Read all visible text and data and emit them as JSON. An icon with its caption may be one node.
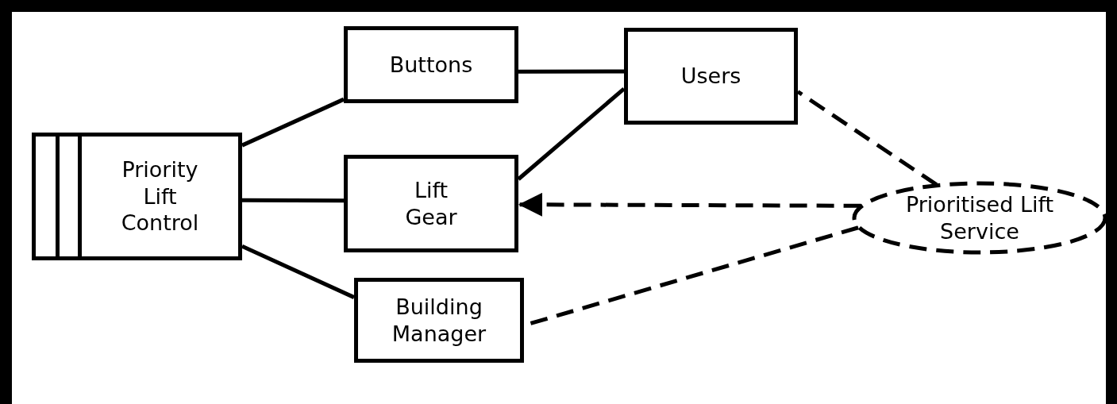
{
  "diagram": {
    "nodes": [
      {
        "text": [
          "Priority Lift Control"
        ]
      },
      {
        "text": [
          "Buttons"
        ]
      },
      {
        "text": [
          "Users"
        ]
      },
      {
        "text": [
          "Lift Gear"
        ]
      },
      {
        "text": [
          "Building Manager"
        ]
      },
      {
        "text": [
          "Prioritised Lift Service"
        ]
      }
    ],
    "edges": [
      {
        "from": 0,
        "to": 1,
        "arrow": "none"
      },
      {
        "from": 1,
        "to": 2,
        "arrow": "none"
      },
      {
        "from": 2,
        "to": 3,
        "arrow": "none"
      },
      {
        "from": 0,
        "to": 3,
        "arrow": "none"
      },
      {
        "from": 0,
        "to": 4,
        "arrow": "none"
      },
      {
        "from": 5,
        "to": 2,
        "arrow": "none",
        "style": "dashed"
      },
      {
        "from": 5,
        "to": 3,
        "arrow": "to",
        "style": "dashed"
      },
      {
        "from": 5,
        "to": 4,
        "arrow": "none",
        "style": "dashed"
      }
    ]
  }
}
